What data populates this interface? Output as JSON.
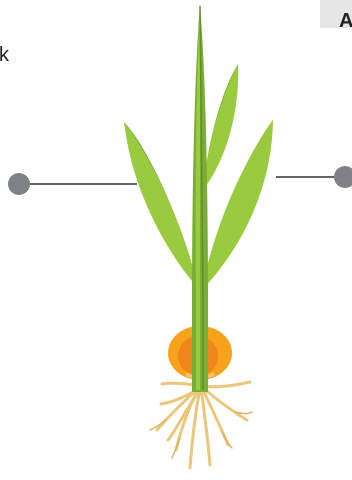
{
  "diagram": {
    "type": "plant-anatomy",
    "subject": "corn-seedling",
    "edge_text": {
      "left": "k",
      "top_right": "A"
    },
    "callouts": [
      {
        "id": "leaf",
        "side": "left"
      },
      {
        "id": "blade",
        "side": "right"
      }
    ],
    "colors": {
      "leaf_light": "#9acb3e",
      "leaf_dark": "#6fa331",
      "stem": "#79ad36",
      "seed_outer": "#f7a21b",
      "seed_inner": "#f08619",
      "roots": "#e9c77b",
      "callout_line": "#333333",
      "callout_dot": "#808186",
      "corner_tab": "#e6e6e6"
    }
  }
}
